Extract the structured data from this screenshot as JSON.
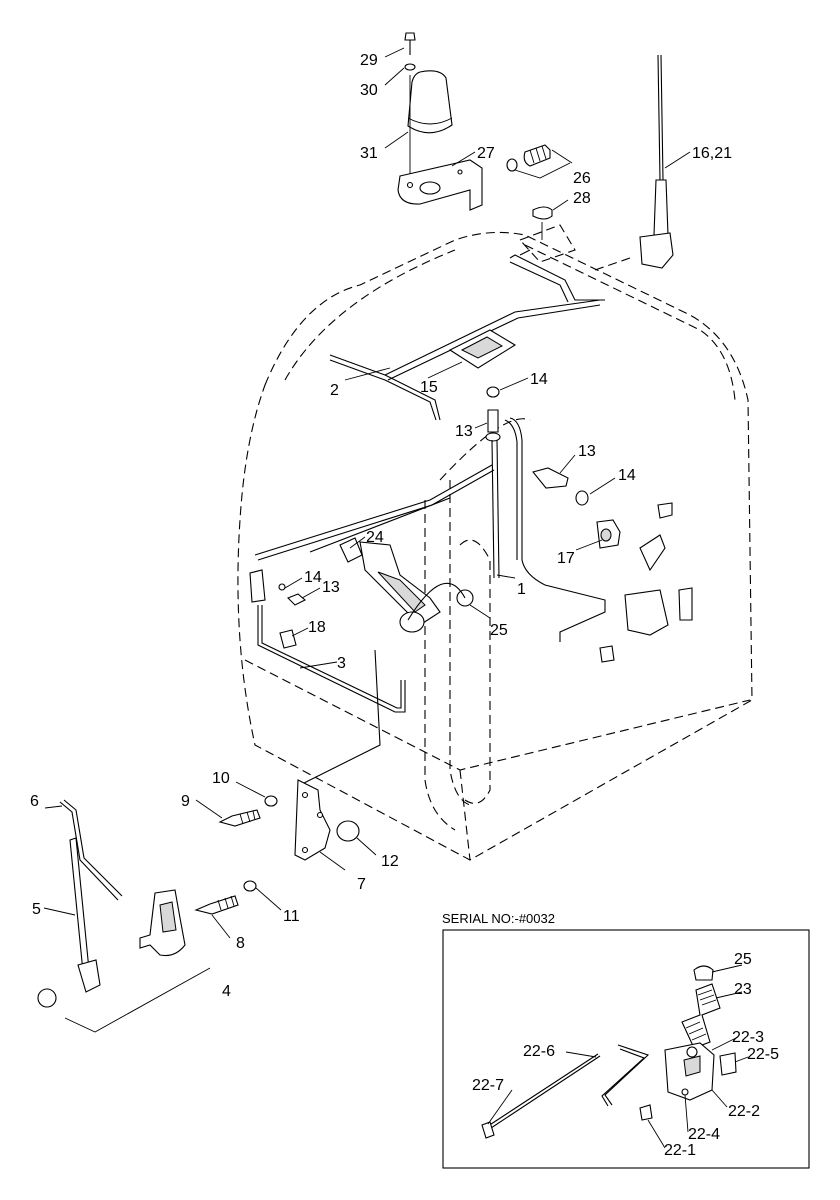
{
  "labels": {
    "l29": "29",
    "l30": "30",
    "l31": "31",
    "l27": "27",
    "l26": "26",
    "l28": "28",
    "l16_21": "16,21",
    "l2": "2",
    "l15": "15",
    "l14a": "14",
    "l13a": "13",
    "l13b": "13",
    "l14b": "14",
    "l17": "17",
    "l24": "24",
    "l14c": "14",
    "l13c": "13",
    "l18": "18",
    "l3": "3",
    "l1": "1",
    "l25": "25",
    "l10": "10",
    "l9": "9",
    "l6": "6",
    "l12": "12",
    "l7": "7",
    "l5": "5",
    "l11": "11",
    "l8": "8",
    "l4": "4"
  },
  "inset": {
    "title": "SERIAL NO:-#0032",
    "labels": {
      "i25": "25",
      "i23": "23",
      "i22_3": "22-3",
      "i22_5": "22-5",
      "i22_6": "22-6",
      "i22_7": "22-7",
      "i22_2": "22-2",
      "i22_4": "22-4",
      "i22_1": "22-1"
    }
  }
}
